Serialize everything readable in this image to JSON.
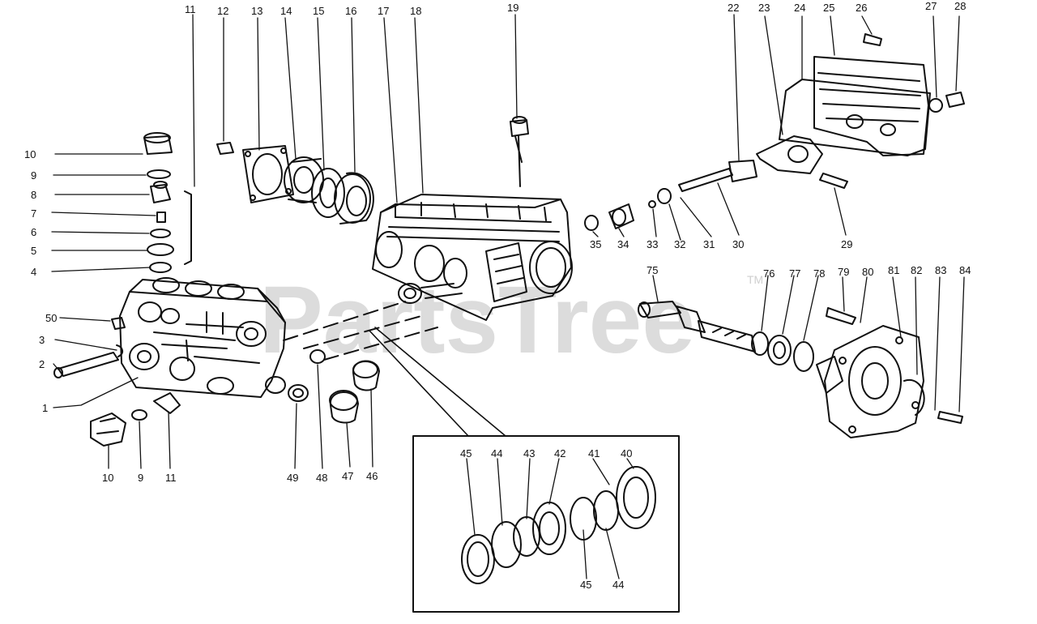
{
  "colors": {
    "ink": "#111111",
    "background": "#ffffff",
    "watermark": "#d6d6d6"
  },
  "watermark": {
    "brand": "PartsTree",
    "trademark": "TM"
  },
  "callouts": [
    {
      "id": "lbl-top-11",
      "text": "11"
    },
    {
      "id": "lbl-top-12",
      "text": "12"
    },
    {
      "id": "lbl-top-13",
      "text": "13"
    },
    {
      "id": "lbl-top-14",
      "text": "14"
    },
    {
      "id": "lbl-top-15",
      "text": "15"
    },
    {
      "id": "lbl-top-16",
      "text": "16"
    },
    {
      "id": "lbl-top-17",
      "text": "17"
    },
    {
      "id": "lbl-top-18",
      "text": "18"
    },
    {
      "id": "lbl-top-19",
      "text": "19"
    },
    {
      "id": "lbl-top-22",
      "text": "22"
    },
    {
      "id": "lbl-top-23",
      "text": "23"
    },
    {
      "id": "lbl-top-24",
      "text": "24"
    },
    {
      "id": "lbl-top-25",
      "text": "25"
    },
    {
      "id": "lbl-top-26",
      "text": "26"
    },
    {
      "id": "lbl-top-27",
      "text": "27"
    },
    {
      "id": "lbl-top-28",
      "text": "28"
    },
    {
      "id": "lbl-left-10",
      "text": "10"
    },
    {
      "id": "lbl-left-9",
      "text": "9"
    },
    {
      "id": "lbl-left-8",
      "text": "8"
    },
    {
      "id": "lbl-left-7",
      "text": "7"
    },
    {
      "id": "lbl-left-6",
      "text": "6"
    },
    {
      "id": "lbl-left-5",
      "text": "5"
    },
    {
      "id": "lbl-left-4",
      "text": "4"
    },
    {
      "id": "lbl-left-50",
      "text": "50"
    },
    {
      "id": "lbl-left-3",
      "text": "3"
    },
    {
      "id": "lbl-left-2",
      "text": "2"
    },
    {
      "id": "lbl-left-1",
      "text": "1"
    },
    {
      "id": "lbl-bot-10",
      "text": "10"
    },
    {
      "id": "lbl-bot-9",
      "text": "9"
    },
    {
      "id": "lbl-bot-11",
      "text": "11"
    },
    {
      "id": "lbl-bot-49",
      "text": "49"
    },
    {
      "id": "lbl-bot-48",
      "text": "48"
    },
    {
      "id": "lbl-bot-47",
      "text": "47"
    },
    {
      "id": "lbl-bot-46",
      "text": "46"
    },
    {
      "id": "lbl-mid-35",
      "text": "35"
    },
    {
      "id": "lbl-mid-34",
      "text": "34"
    },
    {
      "id": "lbl-mid-33",
      "text": "33"
    },
    {
      "id": "lbl-mid-32",
      "text": "32"
    },
    {
      "id": "lbl-mid-31",
      "text": "31"
    },
    {
      "id": "lbl-mid-30",
      "text": "30"
    },
    {
      "id": "lbl-mid-29",
      "text": "29"
    },
    {
      "id": "lbl-right-75",
      "text": "75"
    },
    {
      "id": "lbl-right-76",
      "text": "76"
    },
    {
      "id": "lbl-right-77",
      "text": "77"
    },
    {
      "id": "lbl-right-78",
      "text": "78"
    },
    {
      "id": "lbl-right-79",
      "text": "79"
    },
    {
      "id": "lbl-right-80",
      "text": "80"
    },
    {
      "id": "lbl-right-81",
      "text": "81"
    },
    {
      "id": "lbl-right-82",
      "text": "82"
    },
    {
      "id": "lbl-right-83",
      "text": "83"
    },
    {
      "id": "lbl-right-84",
      "text": "84"
    },
    {
      "id": "lbl-inset-45",
      "text": "45"
    },
    {
      "id": "lbl-inset-44",
      "text": "44"
    },
    {
      "id": "lbl-inset-43",
      "text": "43"
    },
    {
      "id": "lbl-inset-42",
      "text": "42"
    },
    {
      "id": "lbl-inset-41",
      "text": "41"
    },
    {
      "id": "lbl-inset-40",
      "text": "40"
    },
    {
      "id": "lbl-inset-45b",
      "text": "45"
    },
    {
      "id": "lbl-inset-44b",
      "text": "44"
    }
  ]
}
